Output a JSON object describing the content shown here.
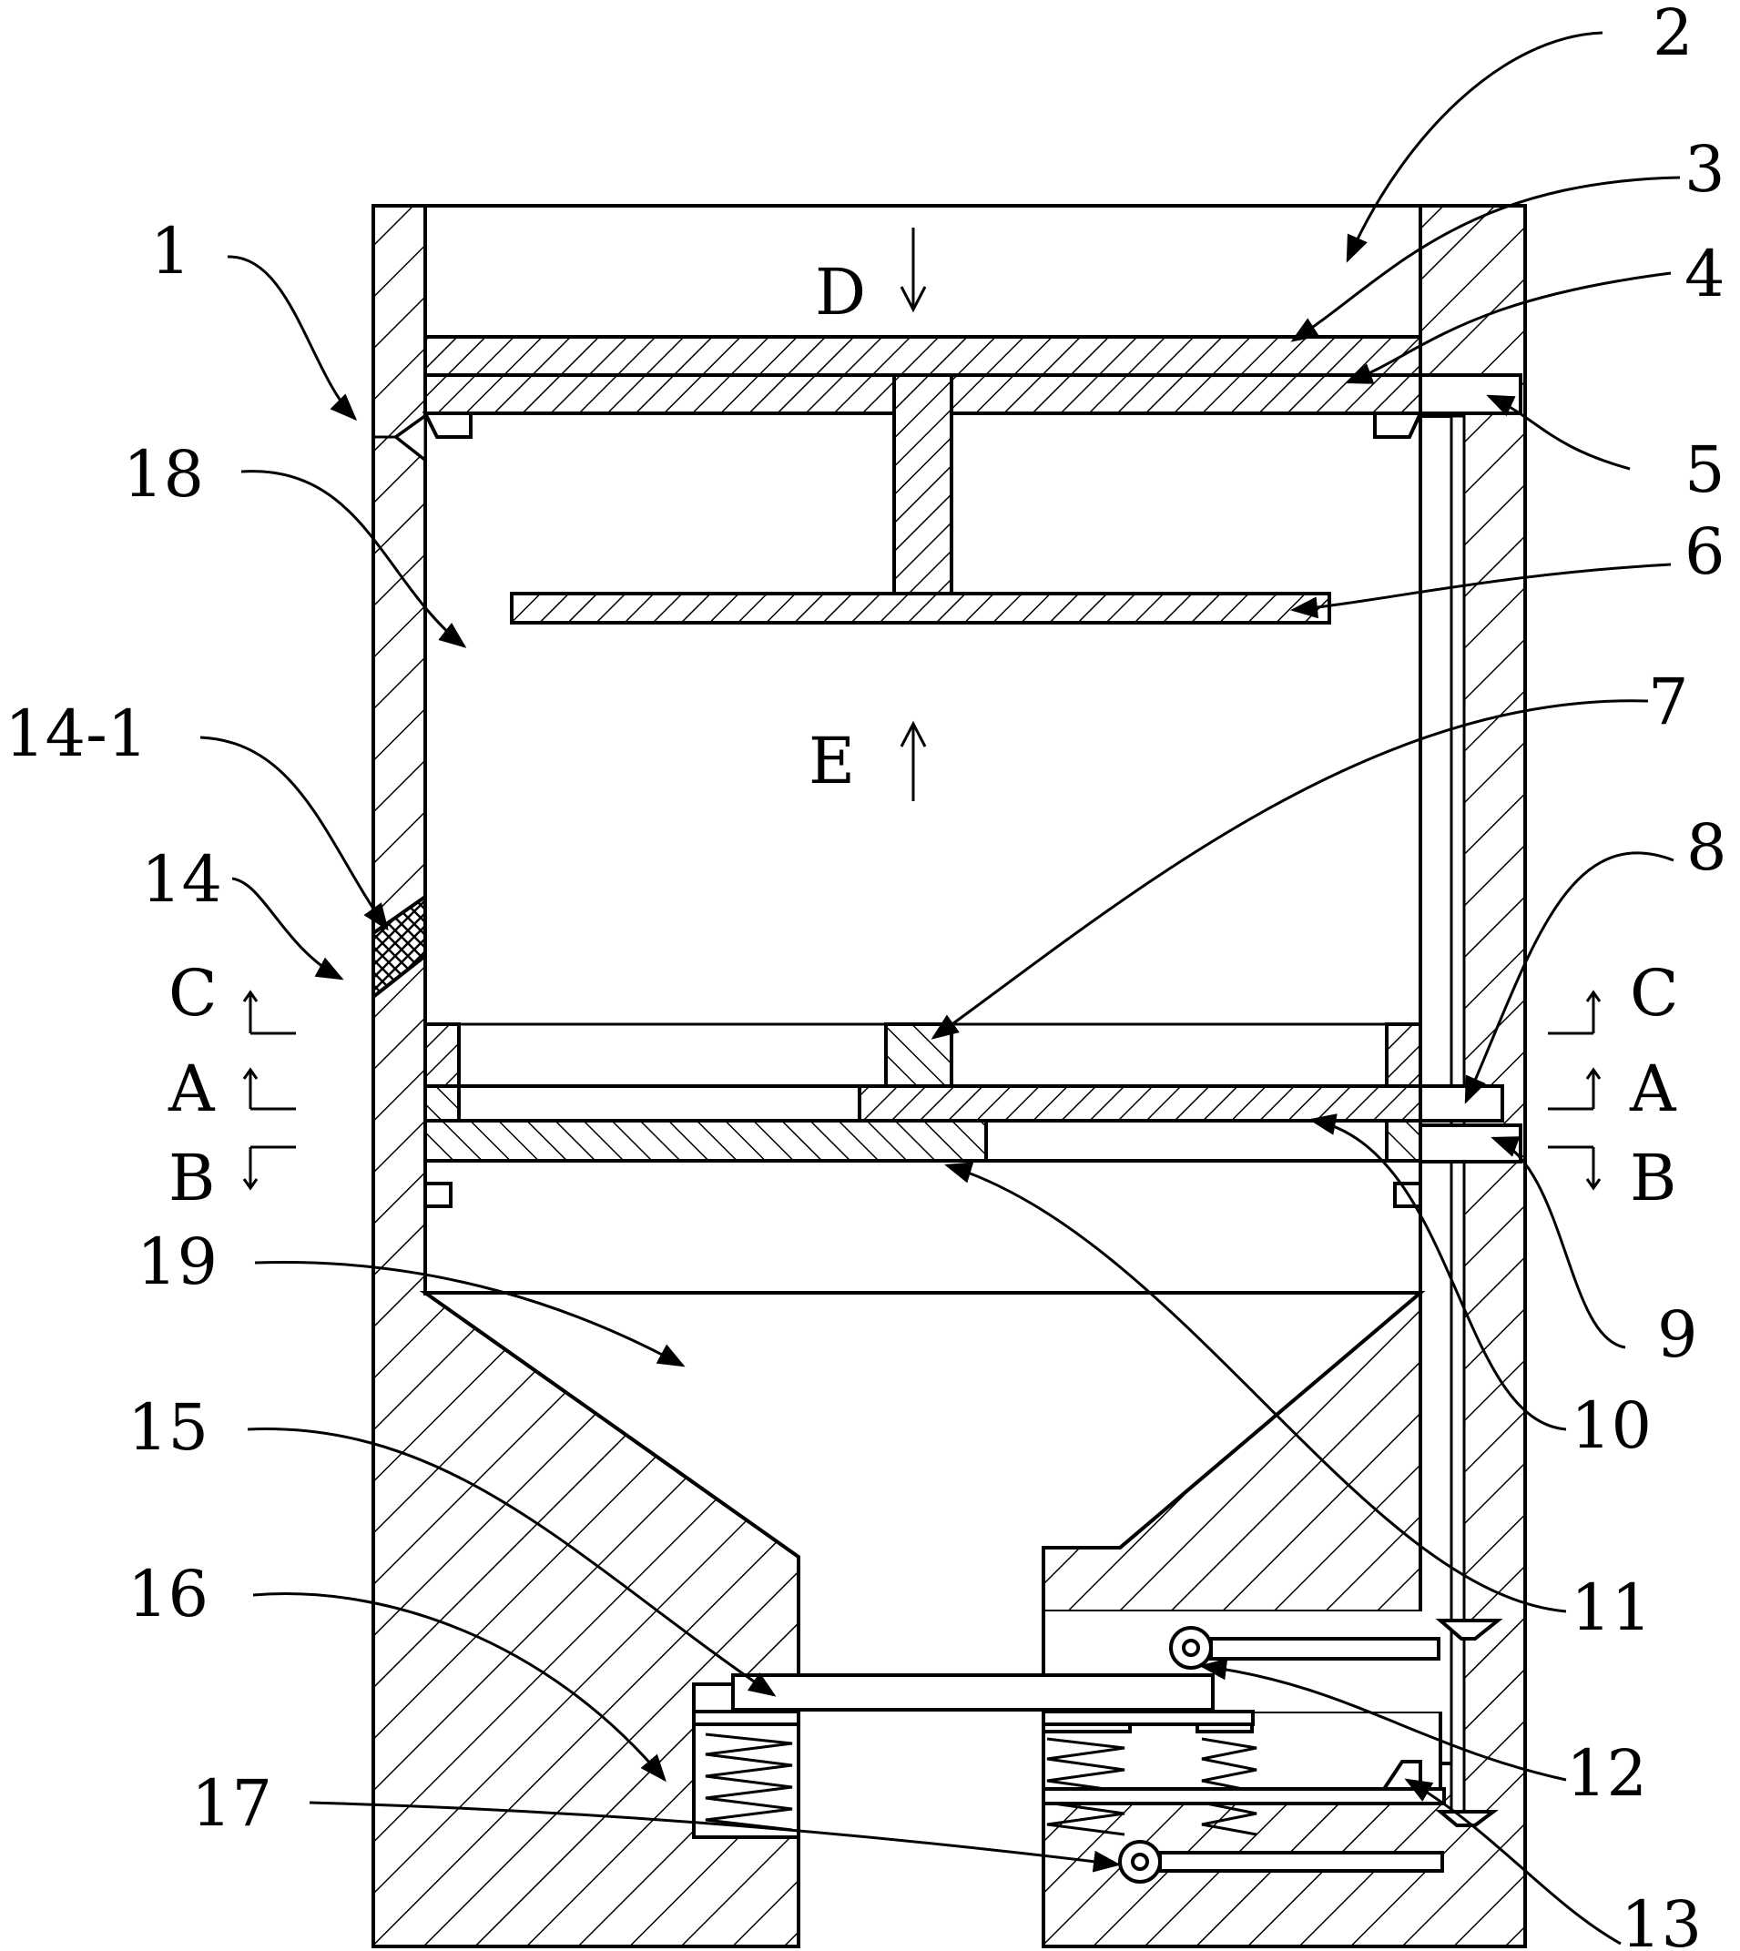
{
  "diagram": {
    "labels": {
      "l1": "1",
      "l2": "2",
      "l3": "3",
      "l4": "4",
      "l5": "5",
      "l6": "6",
      "l7": "7",
      "l8": "8",
      "l9": "9",
      "l10": "10",
      "l11": "11",
      "l12": "12",
      "l13": "13",
      "l14": "14",
      "l14_1": "14-1",
      "l15": "15",
      "l16": "16",
      "l17": "17",
      "l18": "18",
      "l19": "19"
    },
    "flow_markers": {
      "D": "D",
      "E": "E"
    },
    "section_markers": {
      "A_left": "A",
      "B_left": "B",
      "C_left": "C",
      "A_right": "A",
      "B_right": "B",
      "C_right": "C"
    },
    "colors": {
      "line": "#000000",
      "background": "#ffffff"
    }
  }
}
